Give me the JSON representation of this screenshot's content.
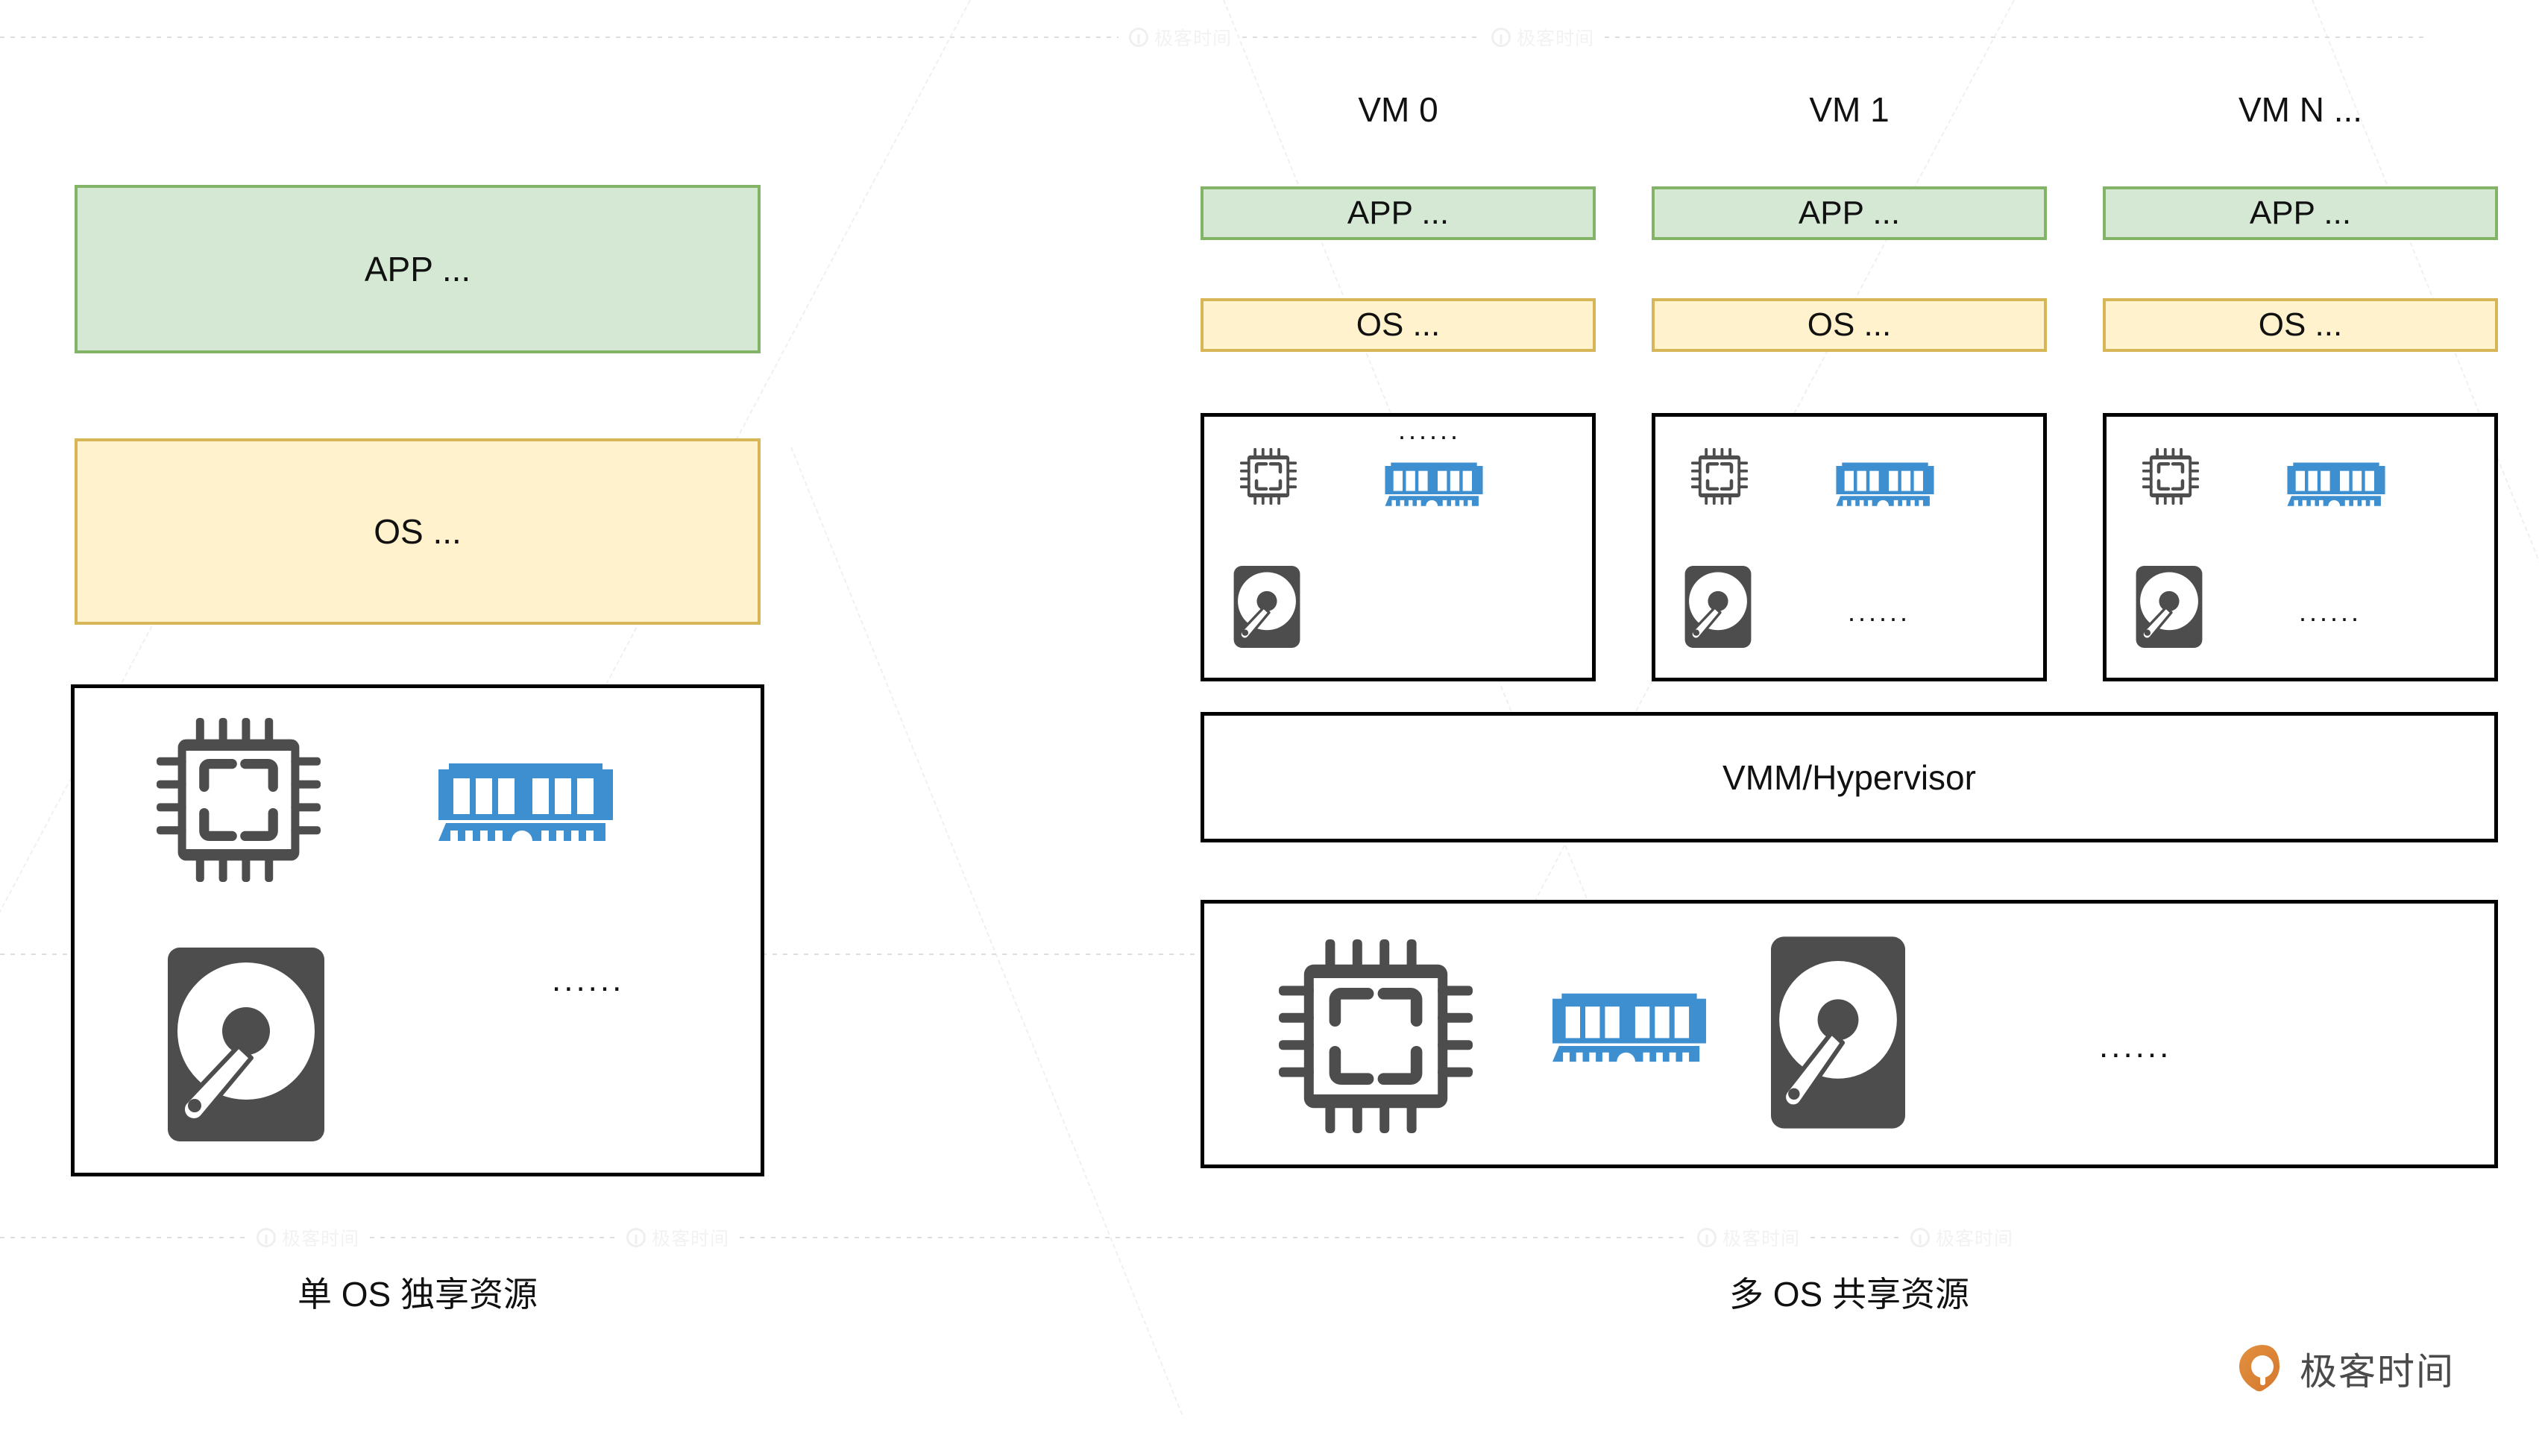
{
  "diagram": {
    "title_left": "单 OS 独享资源",
    "title_right": "多 OS 共享资源",
    "left_panel": {
      "app_box": "APP ...",
      "os_box": "OS ...",
      "hardware_dots": "......"
    },
    "right_panel": {
      "vms": [
        {
          "title": "VM 0",
          "app_box": "APP ...",
          "os_box": "OS ...",
          "hardware_dots": "......"
        },
        {
          "title": "VM 1",
          "app_box": "APP ...",
          "os_box": "OS ...",
          "hardware_dots": "......"
        },
        {
          "title": "VM N ...",
          "app_box": "APP ...",
          "os_box": "OS ...",
          "hardware_dots": "......"
        }
      ],
      "hypervisor_box": "VMM/Hypervisor",
      "hardware_dots": "......"
    },
    "icons": [
      "cpu-icon",
      "ram-icon",
      "hard-disk-icon"
    ],
    "colors": {
      "app_fill": "#d5e8d4",
      "app_border": "#82b366",
      "os_fill": "#fff2cc",
      "os_border": "#d6b656",
      "hardware_border": "#000000",
      "ram_blue": "#3e8fd0",
      "disk_gray": "#4d4d4d",
      "brand_orange": "#e08a3c"
    }
  },
  "watermark": {
    "text": "极客时间",
    "brand_text": "极客时间"
  }
}
